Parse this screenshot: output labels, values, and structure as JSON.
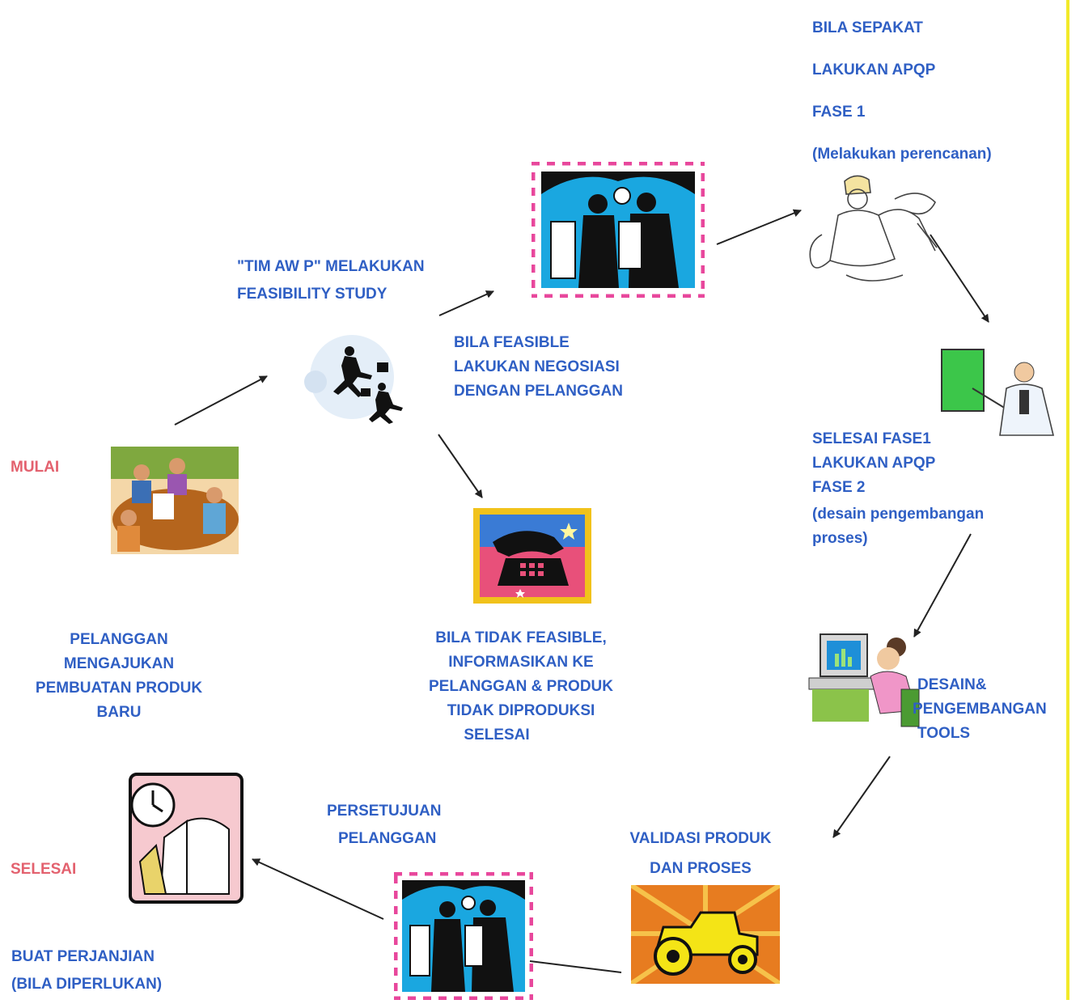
{
  "colors": {
    "text_blue": "#2f5fc4",
    "text_pink": "#e3616e",
    "margin_line": "#f2ea2a"
  },
  "labels": {
    "mulai": "MULAI",
    "pelanggan_mengajukan": [
      "PELANGGAN",
      "MENGAJUKAN",
      "PEMBUATAN PRODUK",
      "BARU"
    ],
    "tim_awp": [
      "\"TIM AW P\" MELAKUKAN",
      "FEASIBILITY STUDY"
    ],
    "bila_feasible": [
      "BILA FEASIBLE",
      "LAKUKAN NEGOSIASI",
      "DENGAN PELANGGAN"
    ],
    "bila_tidak_feasible": [
      "BILA TIDAK FEASIBLE,",
      "INFORMASIKAN KE",
      "PELANGGAN & PRODUK",
      "TIDAK DIPRODUKSI",
      "SELESAI"
    ],
    "bila_sepakat": [
      "BILA SEPAKAT",
      "LAKUKAN APQP",
      "FASE 1",
      "(Melakukan perencanan)"
    ],
    "selesai_fase1": [
      "SELESAI FASE1",
      "LAKUKAN APQP",
      "FASE 2",
      "(desain pengembangan",
      "proses)"
    ],
    "desain_tools": [
      "DESAIN&",
      "PENGEMBANGAN",
      "TOOLS"
    ],
    "validasi": [
      "VALIDASI PRODUK",
      "DAN PROSES"
    ],
    "persetujuan": [
      "PERSETUJUAN",
      "PELANGGAN"
    ],
    "selesai": "SELESAI",
    "buat_perjanjian": [
      "BUAT PERJANJIAN",
      "(BILA DIPERLUKAN)"
    ]
  },
  "icons": [
    "meeting-clipart-icon",
    "running-businessmen-icon",
    "negotiation-handshake-icon",
    "telephone-clipart-icon",
    "planning-engineer-icon",
    "presenter-board-icon",
    "computer-worker-icon",
    "tractor-icon",
    "approval-handshake-icon",
    "calendar-book-icon"
  ]
}
